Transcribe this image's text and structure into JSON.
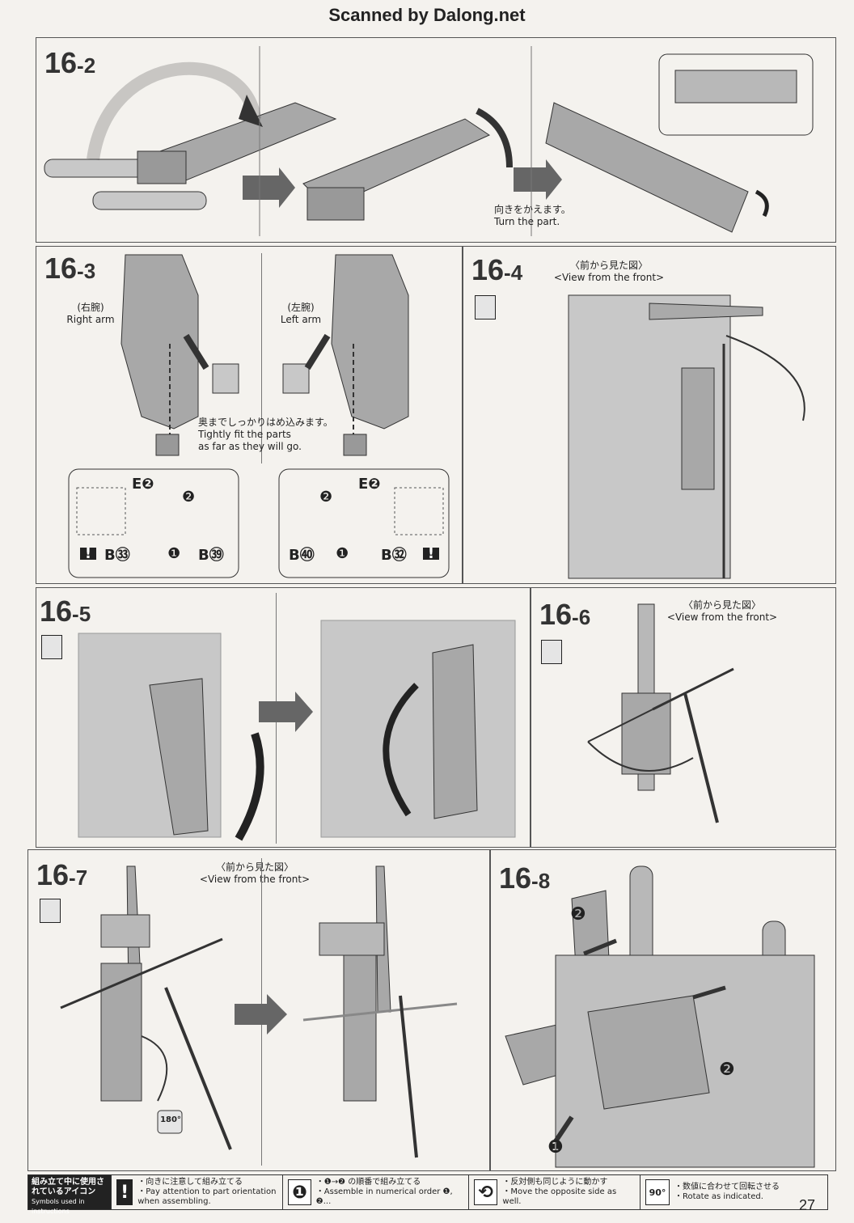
{
  "header": {
    "scan_credit": "Scanned by Dalong.net"
  },
  "steps": {
    "s16_2": {
      "num": "16",
      "sub": "-2",
      "turn_jp": "向きをかえます。",
      "turn_en": "Turn the part."
    },
    "s16_3": {
      "num": "16",
      "sub": "-3",
      "right_jp": "(右腕)",
      "right_en": "Right arm",
      "left_jp": "(左腕)",
      "left_en": "Left arm",
      "note_jp": "奥までしっかりはめ込みます。",
      "note_en1": "Tightly fit the parts",
      "note_en2": "as far as they will go.",
      "parts_right": {
        "e": "E❷",
        "step2": "❷",
        "step1": "❶",
        "b1": "B㉝",
        "b2": "B㊴",
        "warn": "!"
      },
      "parts_left": {
        "e": "E❷",
        "step2": "❷",
        "step1": "❶",
        "b1": "B㊵",
        "b2": "B㉜",
        "warn": "!"
      }
    },
    "s16_4": {
      "num": "16",
      "sub": "-4",
      "view_jp": "〈前から見た図〉",
      "view_en": "<View from the front>"
    },
    "s16_5": {
      "num": "16",
      "sub": "-5"
    },
    "s16_6": {
      "num": "16",
      "sub": "-6",
      "view_jp": "〈前から見た図〉",
      "view_en": "<View from the front>"
    },
    "s16_7": {
      "num": "16",
      "sub": "-7",
      "view_jp": "〈前から見た図〉",
      "view_en": "<View from the front>",
      "rotate": "180°"
    },
    "s16_8": {
      "num": "16",
      "sub": "-8",
      "m1": "❶",
      "m2": "❷"
    }
  },
  "legend": {
    "title_jp": "組み立て中に使用されているアイコン",
    "title_en": "Symbols used in instructions",
    "items": [
      {
        "glyph": "!",
        "jp": "・向きに注意して組み立てる",
        "en": "・Pay attention to part orientation when assembling."
      },
      {
        "glyph": "❶",
        "jp": "・❶→❷ の順番で組み立てる",
        "en": "・Assemble in numerical order ❶, ❷..."
      },
      {
        "glyph": "⟲",
        "jp": "・反対側も同じように動かす",
        "en": "・Move the opposite side as well."
      },
      {
        "glyph": "90°",
        "jp": "・数値に合わせて回転させる",
        "en": "・Rotate as indicated."
      }
    ]
  },
  "page_number": "27",
  "colors": {
    "part": "#a8a8a8",
    "part_dark": "#7a7a7a",
    "outline": "#333333",
    "arrow": "#444444"
  }
}
